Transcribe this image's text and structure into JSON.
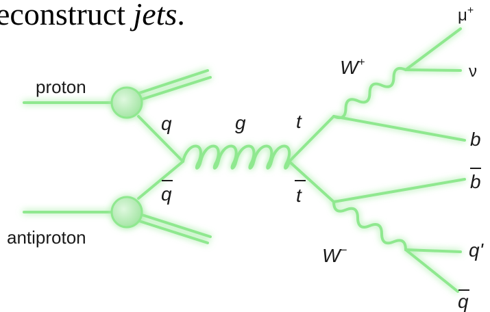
{
  "header": {
    "prefix": "econstruct ",
    "emphasis": "jets",
    "suffix": "."
  },
  "labels": {
    "proton": "proton",
    "antiproton": "antiproton",
    "quark": "q",
    "antiquark": "q",
    "gluon": "g",
    "top": "t",
    "antitop": "t",
    "w_plus": "W+",
    "w_minus": "W−",
    "muon": "μ+",
    "neutrino": "ν",
    "bottom": "b",
    "antibottom": "b",
    "q_prime": "q'",
    "q_bar": "q"
  },
  "colors": {
    "line": "#8fe88f",
    "glow": "#c9f5c9",
    "blob": "#bdeebd",
    "text": "#1a1a1a"
  }
}
